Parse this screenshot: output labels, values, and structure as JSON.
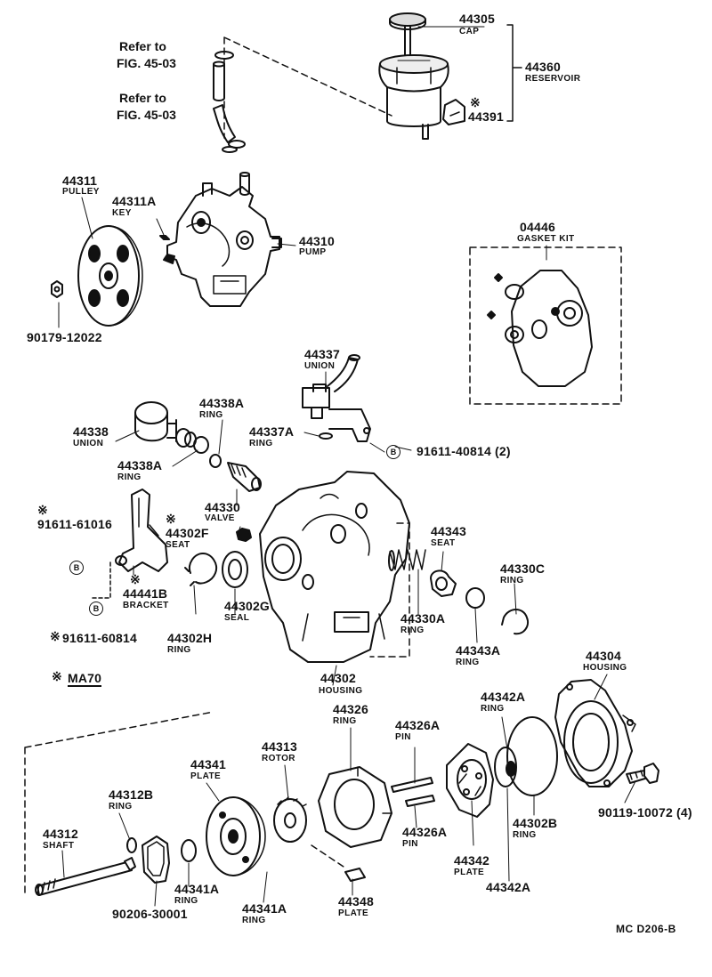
{
  "labels": {
    "refer1": "Refer to",
    "fig1": "FIG. 45-03",
    "refer2": "Refer to",
    "fig2": "FIG. 45-03",
    "p44305": "44305",
    "n44305": "CAP",
    "p44360": "44360",
    "n44360": "RESERVOIR",
    "p44391": "44391",
    "p44311": "44311",
    "n44311": "PULLEY",
    "p44311A": "44311A",
    "n44311A": "KEY",
    "p44310": "44310",
    "n44310": "PUMP",
    "p90179": "90179-12022",
    "p04446": "04446",
    "n04446": "GASKET KIT",
    "p44337": "44337",
    "n44337": "UNION",
    "p44338A_top": "44338A",
    "n44338A_top": "RING",
    "p44337A": "44337A",
    "n44337A": "RING",
    "p44338": "44338",
    "n44338": "UNION",
    "p91611_40814": "91611-40814 (2)",
    "p44338A_bot": "44338A",
    "n44338A_bot": "RING",
    "p44330": "44330",
    "n44330": "VALVE",
    "p91611_61016": "91611-61016",
    "p44302F": "44302F",
    "n44302F": "SEAT",
    "p44343": "44343",
    "n44343": "SEAT",
    "p44330C": "44330C",
    "n44330C": "RING",
    "p44441B": "44441B",
    "n44441B": "BRACKET",
    "p44302G": "44302G",
    "n44302G": "SEAL",
    "p44330A": "44330A",
    "n44330A": "RING",
    "p91611_60814": "91611-60814",
    "p44302H": "44302H",
    "n44302H": "RING",
    "p44343A": "44343A",
    "n44343A": "RING",
    "p44304": "44304",
    "n44304": "HOUSING",
    "ma70": "MA70",
    "p44302": "44302",
    "n44302": "HOUSING",
    "p44326": "44326",
    "n44326": "RING",
    "p44326A_top": "44326A",
    "n44326A_top": "PIN",
    "p44342A_top": "44342A",
    "n44342A_top": "RING",
    "p44313": "44313",
    "n44313": "ROTOR",
    "p44341": "44341",
    "n44341": "PLATE",
    "p44312B": "44312B",
    "n44312B": "RING",
    "p90119": "90119-10072 (4)",
    "p44312": "44312",
    "n44312": "SHAFT",
    "p44302B": "44302B",
    "n44302B": "RING",
    "p44326A_bot": "44326A",
    "n44326A_bot": "PIN",
    "p44342": "44342",
    "n44342": "PLATE",
    "p44342A_bot": "44342A",
    "p44341A_left": "44341A",
    "n44341A_left": "RING",
    "p44348": "44348",
    "n44348": "PLATE",
    "p44341A_right": "44341A",
    "n44341A_right": "RING",
    "p90206": "90206-30001",
    "footer": "MC  D206-B"
  },
  "marks": {
    "b_symbol": "B",
    "asterisk": "※"
  }
}
